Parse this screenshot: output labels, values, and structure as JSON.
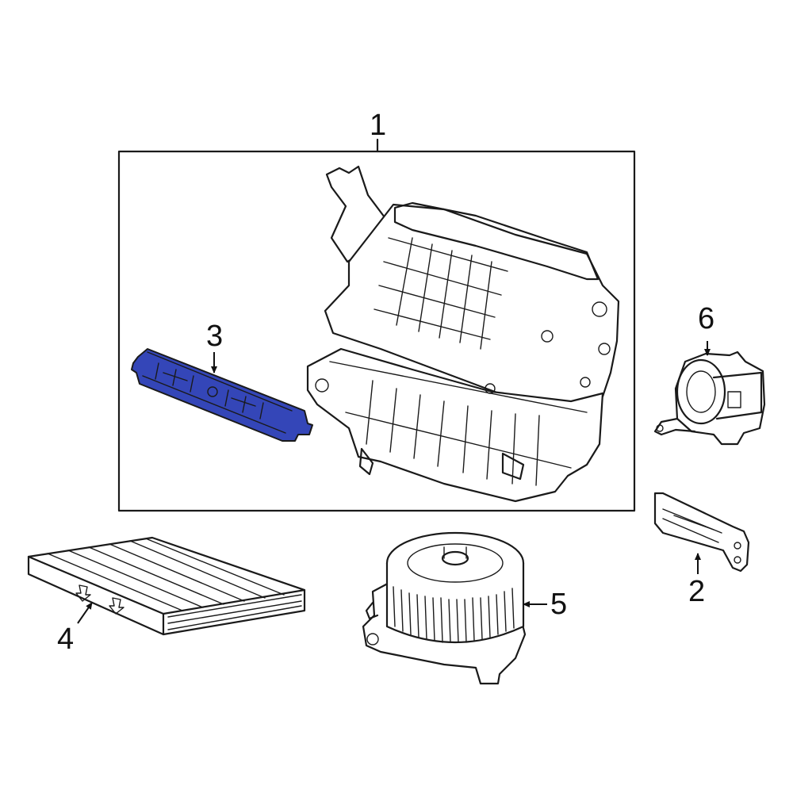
{
  "diagram": {
    "highlight_color": "#3446b8",
    "line_color": "#1a1a1a",
    "background": "#ffffff",
    "callouts": [
      {
        "id": "1",
        "label": "1",
        "part": "heater-core-housing-assembly"
      },
      {
        "id": "2",
        "label": "2",
        "part": "mounting-bracket"
      },
      {
        "id": "3",
        "label": "3",
        "part": "filter-cover-highlighted"
      },
      {
        "id": "4",
        "label": "4",
        "part": "cabin-air-filter"
      },
      {
        "id": "5",
        "label": "5",
        "part": "blower-motor"
      },
      {
        "id": "6",
        "label": "6",
        "part": "actuator"
      }
    ]
  }
}
